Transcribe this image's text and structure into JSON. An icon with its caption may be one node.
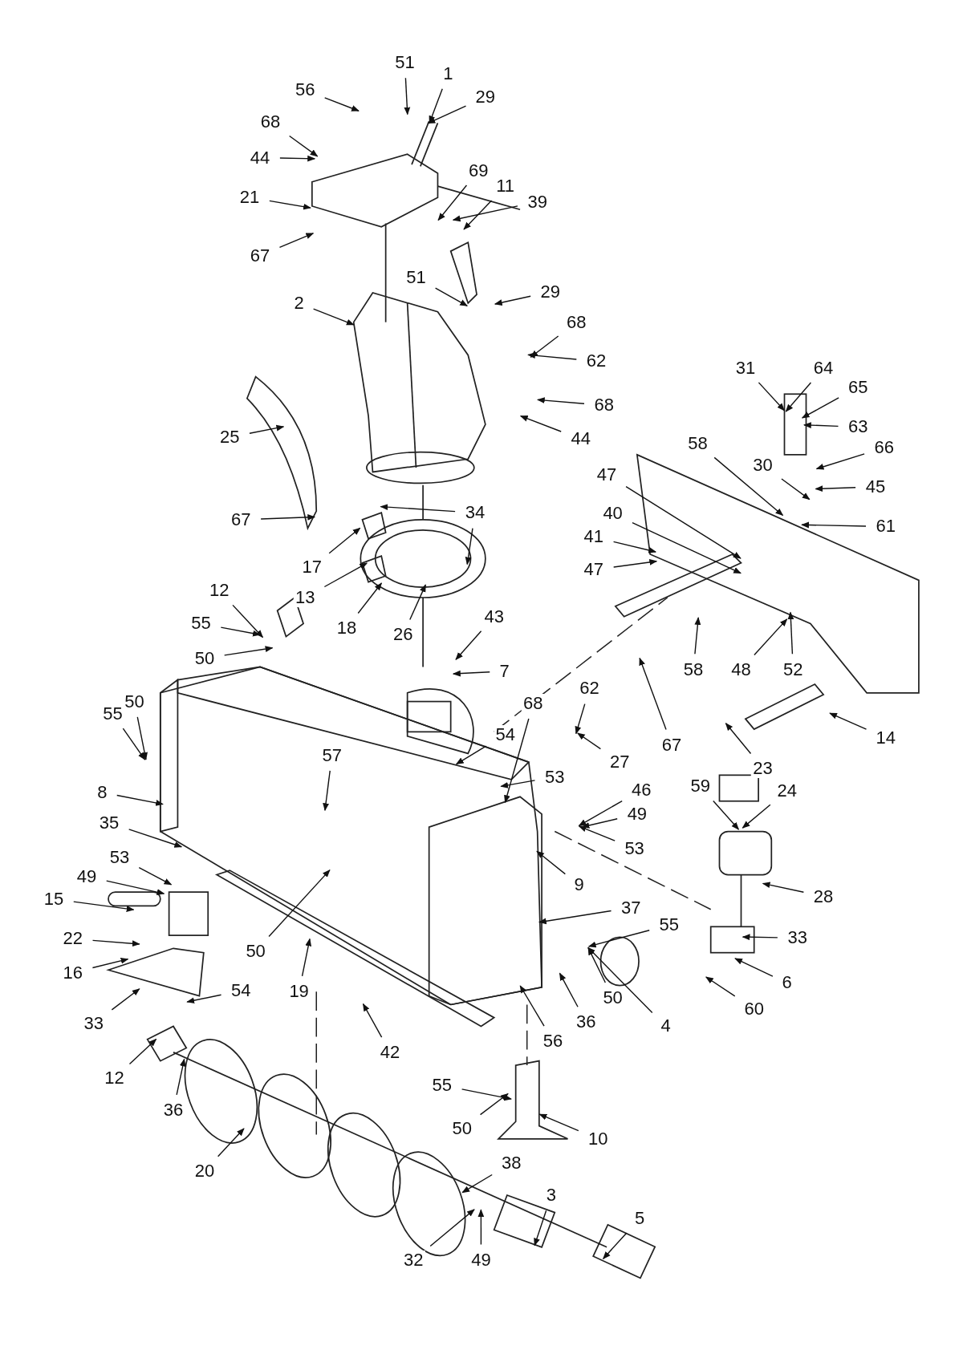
{
  "diagram": {
    "nodes": [
      {
        "text": [
          "51"
        ]
      },
      {
        "text": [
          "1"
        ]
      },
      {
        "text": [
          "29"
        ]
      },
      {
        "text": [
          "56"
        ]
      },
      {
        "text": [
          "68"
        ]
      },
      {
        "text": [
          "44"
        ]
      },
      {
        "text": [
          "21"
        ]
      },
      {
        "text": [
          "67"
        ]
      },
      {
        "text": [
          "69"
        ]
      },
      {
        "text": [
          "11"
        ]
      },
      {
        "text": [
          "39"
        ]
      },
      {
        "text": [
          "51"
        ]
      },
      {
        "text": [
          "29"
        ]
      },
      {
        "text": [
          "2"
        ]
      },
      {
        "text": [
          "68"
        ]
      },
      {
        "text": [
          "62"
        ]
      },
      {
        "text": [
          "68"
        ]
      },
      {
        "text": [
          "44"
        ]
      },
      {
        "text": [
          "25"
        ]
      },
      {
        "text": [
          "67"
        ]
      },
      {
        "text": [
          "34"
        ]
      },
      {
        "text": [
          "17"
        ]
      },
      {
        "text": [
          "13"
        ]
      },
      {
        "text": [
          "18"
        ]
      },
      {
        "text": [
          "12"
        ]
      },
      {
        "text": [
          "55"
        ]
      },
      {
        "text": [
          "50"
        ]
      },
      {
        "text": [
          "26"
        ]
      },
      {
        "text": [
          "43"
        ]
      },
      {
        "text": [
          "7"
        ]
      },
      {
        "text": [
          "68"
        ]
      },
      {
        "text": [
          "62"
        ]
      },
      {
        "text": [
          "67"
        ]
      },
      {
        "text": [
          "27"
        ]
      },
      {
        "text": [
          "54"
        ]
      },
      {
        "text": [
          "53"
        ]
      },
      {
        "text": [
          "55"
        ]
      },
      {
        "text": [
          "50"
        ]
      },
      {
        "text": [
          "8"
        ]
      },
      {
        "text": [
          "57"
        ]
      },
      {
        "text": [
          "46"
        ]
      },
      {
        "text": [
          "49"
        ]
      },
      {
        "text": [
          "53"
        ]
      },
      {
        "text": [
          "9"
        ]
      },
      {
        "text": [
          "35"
        ]
      },
      {
        "text": [
          "53"
        ]
      },
      {
        "text": [
          "49"
        ]
      },
      {
        "text": [
          "15"
        ]
      },
      {
        "text": [
          "22"
        ]
      },
      {
        "text": [
          "16"
        ]
      },
      {
        "text": [
          "33"
        ]
      },
      {
        "text": [
          "54"
        ]
      },
      {
        "text": [
          "50"
        ]
      },
      {
        "text": [
          "19"
        ]
      },
      {
        "text": [
          "42"
        ]
      },
      {
        "text": [
          "37"
        ]
      },
      {
        "text": [
          "55"
        ]
      },
      {
        "text": [
          "50"
        ]
      },
      {
        "text": [
          "4"
        ]
      },
      {
        "text": [
          "36"
        ]
      },
      {
        "text": [
          "56"
        ]
      },
      {
        "text": [
          "12"
        ]
      },
      {
        "text": [
          "36"
        ]
      },
      {
        "text": [
          "20"
        ]
      },
      {
        "text": [
          "55"
        ]
      },
      {
        "text": [
          "50"
        ]
      },
      {
        "text": [
          "10"
        ]
      },
      {
        "text": [
          "38"
        ]
      },
      {
        "text": [
          "3"
        ]
      },
      {
        "text": [
          "32"
        ]
      },
      {
        "text": [
          "49"
        ]
      },
      {
        "text": [
          "5"
        ]
      },
      {
        "text": [
          "31"
        ]
      },
      {
        "text": [
          "64"
        ]
      },
      {
        "text": [
          "65"
        ]
      },
      {
        "text": [
          "63"
        ]
      },
      {
        "text": [
          "66"
        ]
      },
      {
        "text": [
          "58"
        ]
      },
      {
        "text": [
          "30"
        ]
      },
      {
        "text": [
          "45"
        ]
      },
      {
        "text": [
          "61"
        ]
      },
      {
        "text": [
          "47"
        ]
      },
      {
        "text": [
          "40"
        ]
      },
      {
        "text": [
          "41"
        ]
      },
      {
        "text": [
          "47"
        ]
      },
      {
        "text": [
          "58"
        ]
      },
      {
        "text": [
          "48"
        ]
      },
      {
        "text": [
          "52"
        ]
      },
      {
        "text": [
          "14"
        ]
      },
      {
        "text": [
          "23"
        ]
      },
      {
        "text": [
          "24"
        ]
      },
      {
        "text": [
          "59"
        ]
      },
      {
        "text": [
          "28"
        ]
      },
      {
        "text": [
          "33"
        ]
      },
      {
        "text": [
          "6"
        ]
      },
      {
        "text": [
          "60"
        ]
      }
    ],
    "edges": [
      {
        "from": 0,
        "to": null,
        "arrow": "to"
      },
      {
        "from": 1,
        "to": null,
        "arrow": "to"
      },
      {
        "from": 2,
        "to": null,
        "arrow": "to"
      },
      {
        "from": 3,
        "to": null,
        "arrow": "to"
      },
      {
        "from": 4,
        "to": null,
        "arrow": "to"
      },
      {
        "from": 5,
        "to": null,
        "arrow": "to"
      },
      {
        "from": 6,
        "to": null,
        "arrow": "to"
      },
      {
        "from": 7,
        "to": null,
        "arrow": "to"
      },
      {
        "from": 8,
        "to": null,
        "arrow": "to"
      },
      {
        "from": 9,
        "to": null,
        "arrow": "to"
      },
      {
        "from": 10,
        "to": null,
        "arrow": "to"
      },
      {
        "from": 11,
        "to": null,
        "arrow": "to"
      },
      {
        "from": 12,
        "to": null,
        "arrow": "to"
      },
      {
        "from": 13,
        "to": null,
        "arrow": "to"
      },
      {
        "from": 14,
        "to": null,
        "arrow": "to"
      },
      {
        "from": 15,
        "to": null,
        "arrow": "to"
      },
      {
        "from": 16,
        "to": null,
        "arrow": "to"
      },
      {
        "from": 17,
        "to": null,
        "arrow": "to"
      },
      {
        "from": 18,
        "to": null,
        "arrow": "to"
      },
      {
        "from": 19,
        "to": null,
        "arrow": "to"
      },
      {
        "from": 20,
        "to": null,
        "arrow": "to"
      },
      {
        "from": 21,
        "to": null,
        "arrow": "to"
      },
      {
        "from": 22,
        "to": null,
        "arrow": "to"
      },
      {
        "from": 23,
        "to": null,
        "arrow": "to"
      },
      {
        "from": 24,
        "to": null,
        "arrow": "to"
      },
      {
        "from": 25,
        "to": null,
        "arrow": "to"
      },
      {
        "from": 26,
        "to": null,
        "arrow": "to"
      },
      {
        "from": 27,
        "to": null,
        "arrow": "to"
      },
      {
        "from": 28,
        "to": null,
        "arrow": "to"
      },
      {
        "from": 29,
        "to": null,
        "arrow": "to"
      },
      {
        "from": 30,
        "to": null,
        "arrow": "to"
      },
      {
        "from": 31,
        "to": null,
        "arrow": "to"
      },
      {
        "from": 32,
        "to": null,
        "arrow": "to"
      },
      {
        "from": 33,
        "to": null,
        "arrow": "to"
      },
      {
        "from": 34,
        "to": null,
        "arrow": "to"
      },
      {
        "from": 35,
        "to": null,
        "arrow": "to"
      },
      {
        "from": 36,
        "to": null,
        "arrow": "to"
      },
      {
        "from": 37,
        "to": null,
        "arrow": "to"
      },
      {
        "from": 38,
        "to": null,
        "arrow": "to"
      },
      {
        "from": 39,
        "to": null,
        "arrow": "to"
      },
      {
        "from": 40,
        "to": null,
        "arrow": "to"
      },
      {
        "from": 41,
        "to": null,
        "arrow": "to"
      },
      {
        "from": 42,
        "to": null,
        "arrow": "to"
      },
      {
        "from": 43,
        "to": null,
        "arrow": "to"
      },
      {
        "from": 44,
        "to": null,
        "arrow": "to"
      },
      {
        "from": 45,
        "to": null,
        "arrow": "to"
      },
      {
        "from": 46,
        "to": null,
        "arrow": "to"
      },
      {
        "from": 47,
        "to": null,
        "arrow": "to"
      },
      {
        "from": 48,
        "to": null,
        "arrow": "to"
      },
      {
        "from": 49,
        "to": null,
        "arrow": "to"
      },
      {
        "from": 50,
        "to": null,
        "arrow": "to"
      },
      {
        "from": 51,
        "to": null,
        "arrow": "to"
      },
      {
        "from": 52,
        "to": null,
        "arrow": "to"
      },
      {
        "from": 53,
        "to": null,
        "arrow": "to"
      },
      {
        "from": 54,
        "to": null,
        "arrow": "to"
      },
      {
        "from": 55,
        "to": null,
        "arrow": "to"
      },
      {
        "from": 56,
        "to": null,
        "arrow": "to"
      },
      {
        "from": 57,
        "to": null,
        "arrow": "to"
      },
      {
        "from": 58,
        "to": null,
        "arrow": "to"
      },
      {
        "from": 59,
        "to": null,
        "arrow": "to"
      },
      {
        "from": 60,
        "to": null,
        "arrow": "to"
      },
      {
        "from": 61,
        "to": null,
        "arrow": "to"
      },
      {
        "from": 62,
        "to": null,
        "arrow": "to"
      },
      {
        "from": 63,
        "to": null,
        "arrow": "to"
      },
      {
        "from": 64,
        "to": null,
        "arrow": "to"
      },
      {
        "from": 65,
        "to": null,
        "arrow": "to"
      },
      {
        "from": 66,
        "to": null,
        "arrow": "to"
      },
      {
        "from": 67,
        "to": null,
        "arrow": "to"
      },
      {
        "from": 68,
        "to": null,
        "arrow": "to"
      },
      {
        "from": 69,
        "to": null,
        "arrow": "to"
      },
      {
        "from": 70,
        "to": null,
        "arrow": "to"
      },
      {
        "from": 71,
        "to": null,
        "arrow": "to"
      },
      {
        "from": 72,
        "to": null,
        "arrow": "to"
      },
      {
        "from": 73,
        "to": null,
        "arrow": "to"
      },
      {
        "from": 74,
        "to": null,
        "arrow": "to"
      },
      {
        "from": 75,
        "to": null,
        "arrow": "to"
      },
      {
        "from": 76,
        "to": null,
        "arrow": "to"
      },
      {
        "from": 77,
        "to": null,
        "arrow": "to"
      },
      {
        "from": 78,
        "to": null,
        "arrow": "to"
      },
      {
        "from": 79,
        "to": null,
        "arrow": "to"
      },
      {
        "from": 80,
        "to": null,
        "arrow": "to"
      },
      {
        "from": 81,
        "to": null,
        "arrow": "to"
      },
      {
        "from": 82,
        "to": null,
        "arrow": "to"
      },
      {
        "from": 83,
        "to": null,
        "arrow": "to"
      },
      {
        "from": 84,
        "to": null,
        "arrow": "to"
      },
      {
        "from": 85,
        "to": null,
        "arrow": "to"
      },
      {
        "from": 86,
        "to": null,
        "arrow": "to"
      },
      {
        "from": 87,
        "to": null,
        "arrow": "to"
      },
      {
        "from": 88,
        "to": null,
        "arrow": "to"
      },
      {
        "from": 89,
        "to": null,
        "arrow": "to"
      },
      {
        "from": 90,
        "to": null,
        "arrow": "to"
      },
      {
        "from": 91,
        "to": null,
        "arrow": "to"
      },
      {
        "from": 92,
        "to": null,
        "arrow": "to"
      },
      {
        "from": 93,
        "to": null,
        "arrow": "to"
      },
      {
        "from": 94,
        "to": null,
        "arrow": "to"
      },
      {
        "from": 95,
        "to": null,
        "arrow": "to"
      },
      {
        "from": 20,
        "to": null,
        "arrow": "to"
      }
    ]
  }
}
